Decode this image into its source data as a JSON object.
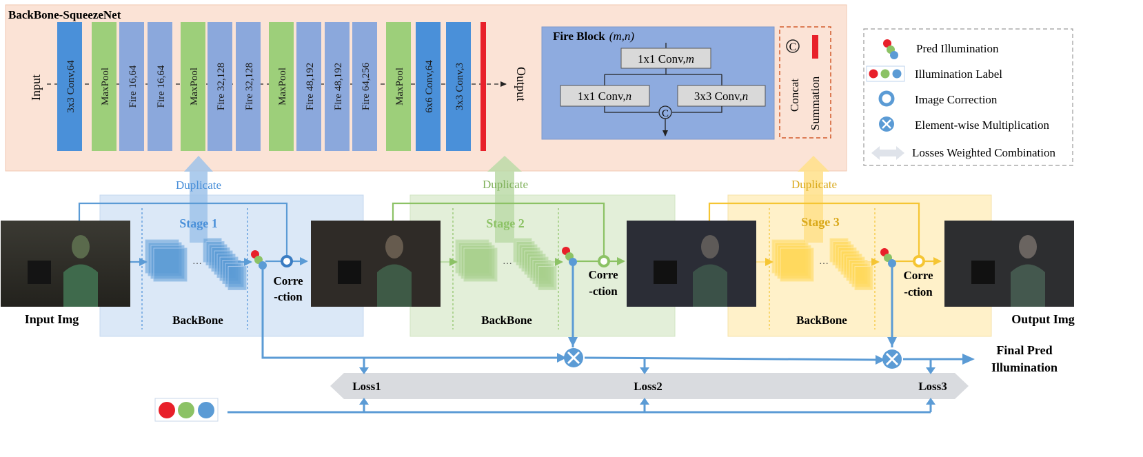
{
  "backbone_panel": {
    "title": "BackBone-SqueezeNet",
    "input_label": "Input",
    "output_label": "Output",
    "layers": [
      {
        "label": "3x3 Conv,64",
        "kind": "conv"
      },
      {
        "label": "MaxPool",
        "kind": "pool"
      },
      {
        "label": "Fire 16,64",
        "kind": "fire"
      },
      {
        "label": "Fire 16,64",
        "kind": "fire"
      },
      {
        "label": "MaxPool",
        "kind": "pool"
      },
      {
        "label": "Fire 32,128",
        "kind": "fire"
      },
      {
        "label": "Fire 32,128",
        "kind": "fire"
      },
      {
        "label": "MaxPool",
        "kind": "pool"
      },
      {
        "label": "Fire 48,192",
        "kind": "fire"
      },
      {
        "label": "Fire 48,192",
        "kind": "fire"
      },
      {
        "label": "Fire 64,256",
        "kind": "fire"
      },
      {
        "label": "MaxPool",
        "kind": "pool"
      },
      {
        "label": "6x6 Conv,64",
        "kind": "conv"
      },
      {
        "label": "3x3 Conv,3",
        "kind": "conv"
      }
    ]
  },
  "fire_block": {
    "title": "Fire Block",
    "title_params": "(m,n)",
    "squeeze": "1x1 Conv,",
    "squeeze_var": "m",
    "expand_left": "1x1 Conv,",
    "expand_right": "3x3 Conv,",
    "expand_var": "n",
    "concat_symbol": "C"
  },
  "operators": {
    "concat_symbol": "C",
    "concat_label": "Concat",
    "summation_label": "Summation"
  },
  "legend": {
    "items": [
      {
        "icon": "pred-illumination-icon",
        "label": "Pred Illumination"
      },
      {
        "icon": "illumination-label-icon",
        "label": "Illumination Label"
      },
      {
        "icon": "image-correction-icon",
        "label": "Image Correction"
      },
      {
        "icon": "element-wise-multiplication-icon",
        "label": "Element-wise Multiplication"
      },
      {
        "icon": "losses-weighted-combination-icon",
        "label": "Losses Weighted Combination"
      }
    ]
  },
  "stages": [
    {
      "title": "Stage 1",
      "duplicate": "Duplicate",
      "backbone": "BackBone",
      "correction_1": "Corre",
      "correction_2": "-ction"
    },
    {
      "title": "Stage 2",
      "duplicate": "Duplicate",
      "backbone": "BackBone",
      "correction_1": "Corre",
      "correction_2": "-ction"
    },
    {
      "title": "Stage 3",
      "duplicate": "Duplicate",
      "backbone": "BackBone",
      "correction_1": "Corre",
      "correction_2": "-ction"
    }
  ],
  "images": {
    "input": "Input Img",
    "output": "Output Img"
  },
  "final": {
    "line1": "Final Pred",
    "line2": "Illumination"
  },
  "losses": [
    "Loss1",
    "Loss2",
    "Loss3"
  ],
  "colors": {
    "stage1": "#4a90d9",
    "stage2": "#8cc265",
    "stage3": "#f5c533",
    "red": "#e8202a",
    "green": "#8cc265",
    "blue": "#5b9bd5",
    "conv": "#4a90d9",
    "pool": "#9dcf7a",
    "fire": "#8ba8dc",
    "panel_bg": "#fbe3d6"
  }
}
